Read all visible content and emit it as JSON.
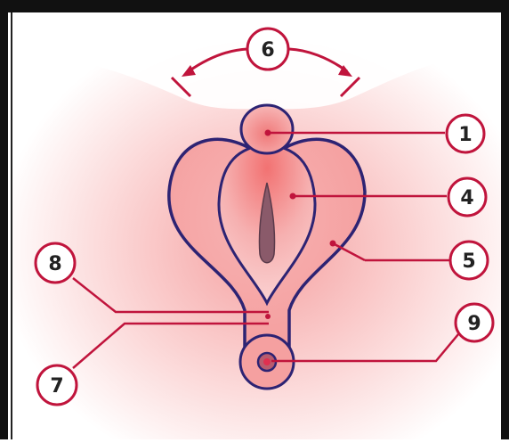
{
  "header_text": "",
  "callouts": [
    {
      "id": "1",
      "label": "1"
    },
    {
      "id": "4",
      "label": "4"
    },
    {
      "id": "5",
      "label": "5"
    },
    {
      "id": "6",
      "label": "6"
    },
    {
      "id": "7",
      "label": "7"
    },
    {
      "id": "8",
      "label": "8"
    },
    {
      "id": "9",
      "label": "9"
    }
  ],
  "colors": {
    "outline": "#2d2373",
    "leader": "#c0143c",
    "fill_light": "#f8c4c4",
    "fill_mid": "#f29a9a",
    "fill_deep": "#ee7878",
    "slit": "#8a5a6a",
    "frame": "#111111"
  }
}
